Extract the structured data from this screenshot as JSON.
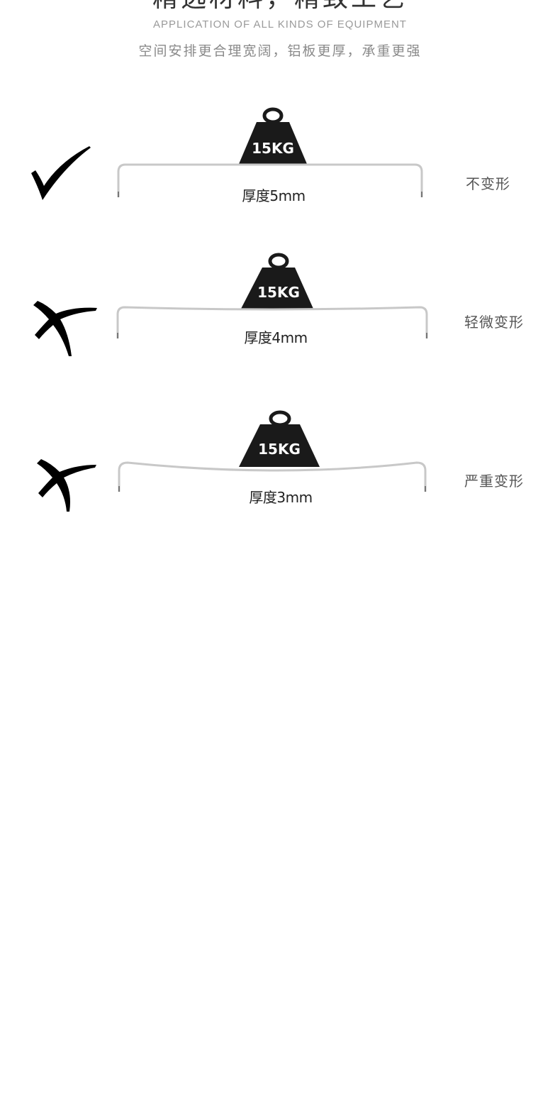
{
  "header": {
    "title": "精选材料，精致工艺",
    "subtitle": "APPLICATION OF ALL KINDS OF EQUIPMENT",
    "description": "空间安排更合理宽阔，铝板更厚，承重更强"
  },
  "rows": [
    {
      "mark": "check-icon",
      "weight": "15KG",
      "thickness": "厚度5mm",
      "result": "不变形"
    },
    {
      "mark": "cross-icon",
      "weight": "15KG",
      "thickness": "厚度4mm",
      "result": "轻微变形"
    },
    {
      "mark": "cross-icon",
      "weight": "15KG",
      "thickness": "厚度3mm",
      "result": "严重变形"
    }
  ],
  "colors": {
    "weight_fill": "#1a1a1a",
    "plate_stroke": "#c8c8c8",
    "mark_fill": "#000000"
  }
}
